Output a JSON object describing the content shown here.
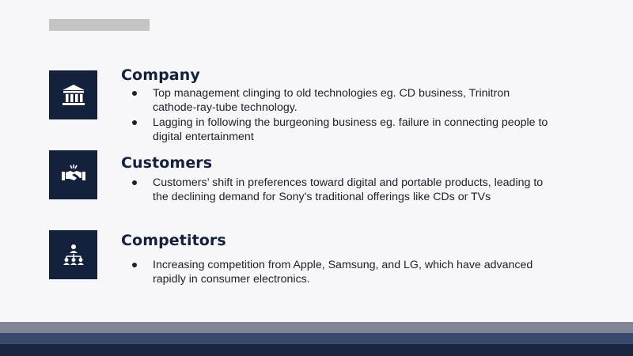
{
  "sections": [
    {
      "title": "Company",
      "icon": "bank-building-icon",
      "bullets": [
        "Top management clinging to old technologies eg. CD business, Trinitron cathode-ray-tube technology.",
        "Lagging in following the burgeoning business eg. failure in connecting people to digital entertainment"
      ]
    },
    {
      "title": "Customers",
      "icon": "handshake-icon",
      "bullets": [
        "Customers’ shift in preferences toward digital and portable products, leading to the declining demand for Sony's traditional offerings like CDs or TVs"
      ]
    },
    {
      "title": "Competitors",
      "icon": "people-network-icon",
      "bullets": [
        "Increasing competition from Apple, Samsung, and LG, which have advanced rapidly in consumer electronics."
      ]
    }
  ],
  "colors": {
    "navy": "#14213d",
    "stripe_light": "#7f8595",
    "stripe_mid": "#3a4a6c",
    "stripe_dark": "#1a2540"
  }
}
